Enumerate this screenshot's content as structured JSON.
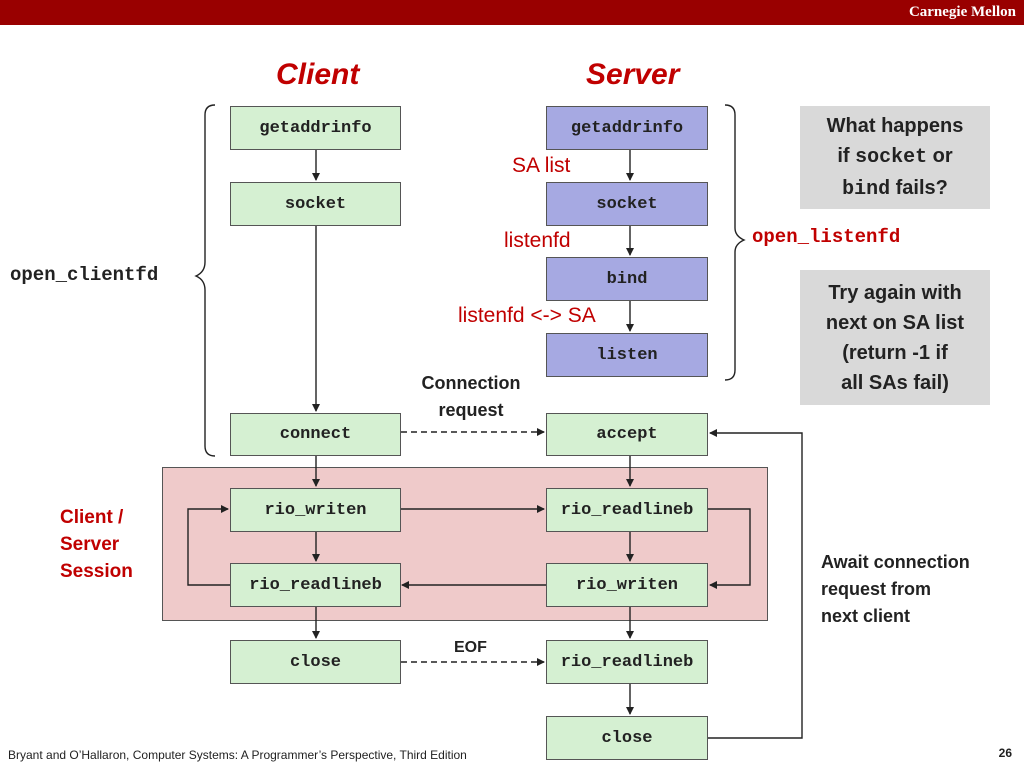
{
  "header": {
    "brand": "Carnegie Mellon"
  },
  "titles": {
    "client": "Client",
    "server": "Server"
  },
  "client_boxes": {
    "getaddrinfo": "getaddrinfo",
    "socket": "socket",
    "connect": "connect",
    "rio_writen": "rio_writen",
    "rio_readlineb": "rio_readlineb",
    "close": "close"
  },
  "server_boxes": {
    "getaddrinfo": "getaddrinfo",
    "socket": "socket",
    "bind": "bind",
    "listen": "listen",
    "accept": "accept",
    "rio_readlineb": "rio_readlineb",
    "rio_writen": "rio_writen",
    "rio_readlineb2": "rio_readlineb",
    "close": "close"
  },
  "labels": {
    "sa_list": "SA list",
    "listenfd": "listenfd",
    "listenfd_sa": "listenfd <-> SA",
    "connection_request_1": "Connection",
    "connection_request_2": "request",
    "eof": "EOF",
    "open_clientfd": "open_clientfd",
    "open_listenfd": "open_listenfd",
    "session_1": "Client /",
    "session_2": "Server",
    "session_3": "Session"
  },
  "callouts": {
    "what_happens": {
      "line1": "What happens",
      "line2_pre": "if ",
      "line2_code": "socket",
      "line2_post": " or",
      "line3_code": "bind",
      "line3_post": " fails?"
    },
    "try_again": {
      "line1": "Try again with",
      "line2": "next on SA list",
      "line3": "(return -1 if",
      "line4": "all SAs fail)"
    },
    "await": {
      "line1": "Await connection",
      "line2": "request from",
      "line3": "next client"
    }
  },
  "footer": {
    "citation": "Bryant and O’Hallaron, Computer Systems: A Programmer’s Perspective, Third Edition",
    "page": "26"
  },
  "colors": {
    "header_bar": "#990000",
    "accent_red": "#c00000",
    "client_box": "#d5f0d2",
    "server_box": "#a6a9e2",
    "session_bg": "#efcaca",
    "callout_bg": "#d9d9d9"
  }
}
